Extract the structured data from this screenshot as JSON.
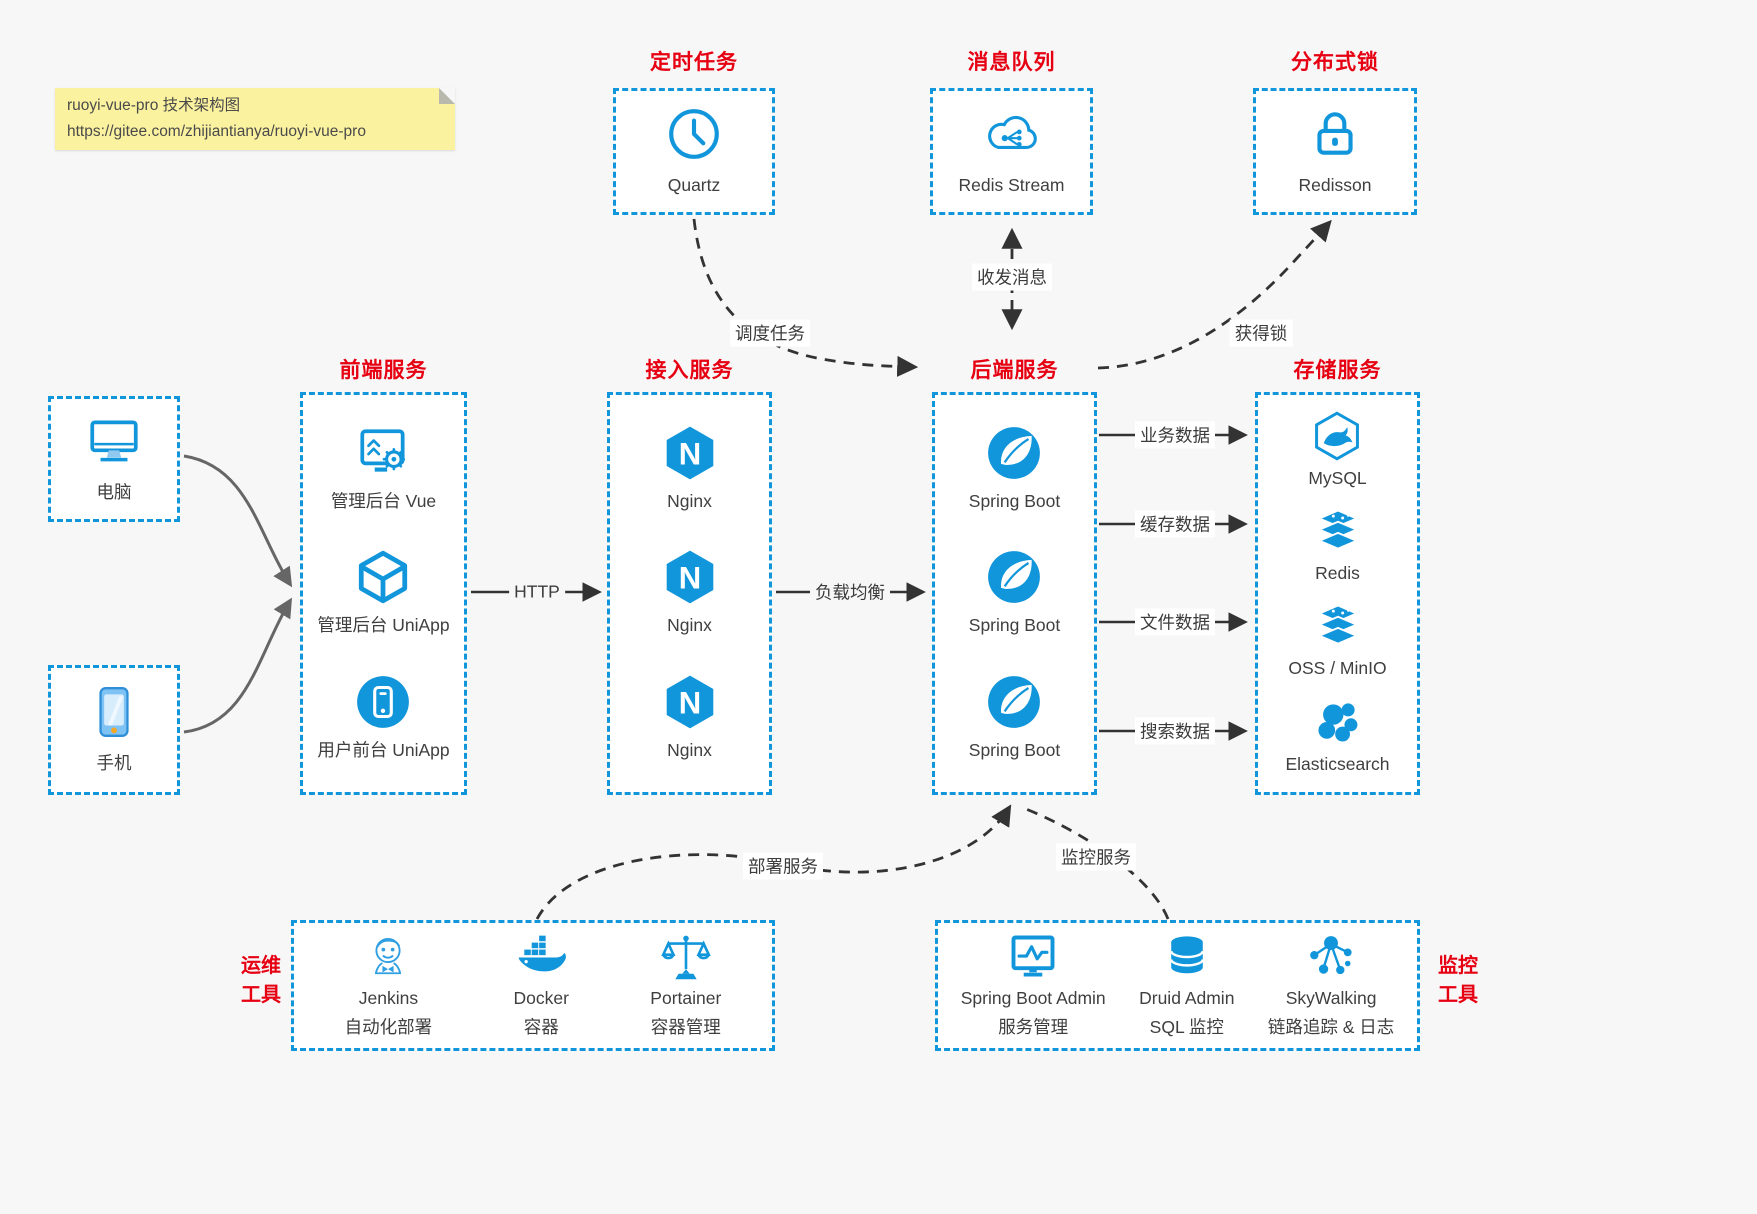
{
  "colors": {
    "accent_blue": "#1296db",
    "title_red": "#e60012",
    "arrow_dark": "#333333",
    "arrow_gray": "#666666",
    "note_bg": "#fbf2a0",
    "label_text": "#3f3f3f"
  },
  "note": {
    "line1": "ruoyi-vue-pro 技术架构图",
    "line2": "https://gitee.com/zhijiantianya/ruoyi-vue-pro"
  },
  "top_services": [
    {
      "title": "定时任务",
      "icon": "clock-icon",
      "label": "Quartz"
    },
    {
      "title": "消息队列",
      "icon": "cloud-stream-icon",
      "label": "Redis Stream"
    },
    {
      "title": "分布式锁",
      "icon": "lock-icon",
      "label": "Redisson"
    }
  ],
  "clients": [
    {
      "icon": "computer-icon",
      "label": "电脑"
    },
    {
      "icon": "smartphone-icon",
      "label": "手机"
    }
  ],
  "columns": [
    {
      "title": "前端服务",
      "items": [
        {
          "icon": "admin-vue-icon",
          "label": "管理后台 Vue"
        },
        {
          "icon": "uniapp-cube-icon",
          "label": "管理后台 UniApp"
        },
        {
          "icon": "user-app-icon",
          "label": "用户前台 UniApp"
        }
      ]
    },
    {
      "title": "接入服务",
      "items": [
        {
          "icon": "nginx-icon",
          "label": "Nginx"
        },
        {
          "icon": "nginx-icon",
          "label": "Nginx"
        },
        {
          "icon": "nginx-icon",
          "label": "Nginx"
        }
      ]
    },
    {
      "title": "后端服务",
      "items": [
        {
          "icon": "spring-boot-icon",
          "label": "Spring Boot"
        },
        {
          "icon": "spring-boot-icon",
          "label": "Spring Boot"
        },
        {
          "icon": "spring-boot-icon",
          "label": "Spring Boot"
        }
      ]
    },
    {
      "title": "存储服务",
      "items": [
        {
          "icon": "mysql-icon",
          "label": "MySQL"
        },
        {
          "icon": "redis-stack-icon",
          "label": "Redis"
        },
        {
          "icon": "oss-stack-icon",
          "label": "OSS / MinIO"
        },
        {
          "icon": "elasticsearch-icon",
          "label": "Elasticsearch"
        }
      ]
    }
  ],
  "edges": {
    "http": "HTTP",
    "load_balance": "负载均衡",
    "schedule": "调度任务",
    "message": "收发消息",
    "lock": "获得锁",
    "deploy": "部署服务",
    "monitor": "监控服务",
    "storage": [
      "业务数据",
      "缓存数据",
      "文件数据",
      "搜索数据"
    ]
  },
  "ops_tools": {
    "side_label": "运维\n工具",
    "items": [
      {
        "icon": "jenkins-icon",
        "label": "Jenkins",
        "sublabel": "自动化部署"
      },
      {
        "icon": "docker-icon",
        "label": "Docker",
        "sublabel": "容器"
      },
      {
        "icon": "portainer-icon",
        "label": "Portainer",
        "sublabel": "容器管理"
      }
    ]
  },
  "monitor_tools": {
    "side_label": "监控\n工具",
    "items": [
      {
        "icon": "spring-boot-admin-icon",
        "label": "Spring Boot Admin",
        "sublabel": "服务管理"
      },
      {
        "icon": "druid-icon",
        "label": "Druid Admin",
        "sublabel": "SQL 监控"
      },
      {
        "icon": "skywalking-icon",
        "label": "SkyWalking",
        "sublabel": "链路追踪 & 日志"
      }
    ]
  }
}
